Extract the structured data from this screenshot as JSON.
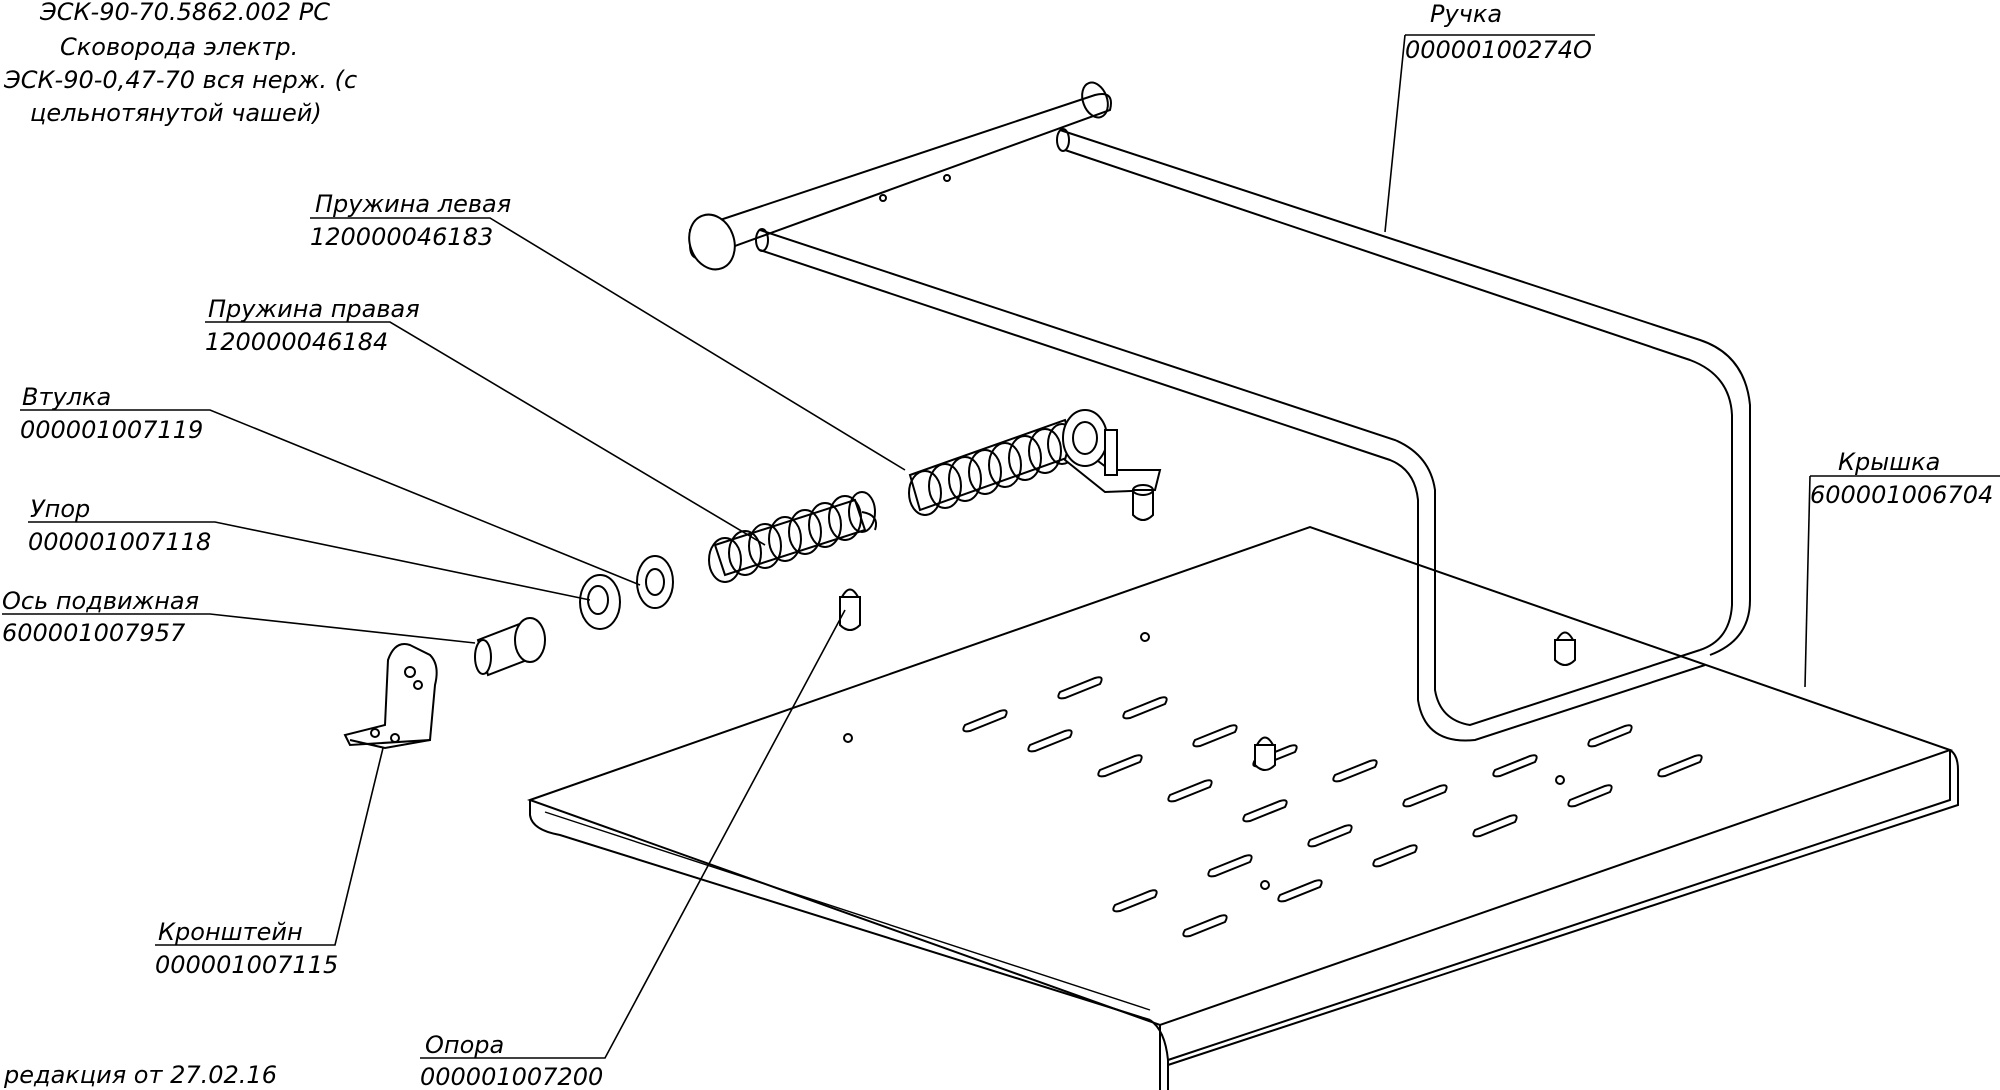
{
  "header": {
    "line1": "ЭСК-90-70.5862.002 РС",
    "line2": "Сковорода электр.",
    "line3": "ЭСК-90-0,47-70 вся нерж. (с",
    "line4": "цельнотянутой чашей)"
  },
  "callouts": [
    {
      "name": "Ручка",
      "code": "00000100274О"
    },
    {
      "name": "Пружина левая",
      "code": "120000046183"
    },
    {
      "name": "Пружина правая",
      "code": "120000046184"
    },
    {
      "name": "Втулка",
      "code": "000001007119"
    },
    {
      "name": "Упор",
      "code": "000001007118"
    },
    {
      "name": "Ось подвижная",
      "code": "600001007957"
    },
    {
      "name": "Крышка",
      "code": "600001006704"
    },
    {
      "name": "Кронштейн",
      "code": "000001007115"
    },
    {
      "name": "Опора",
      "code": "000001007200"
    }
  ],
  "revision": "редакция от 27.02.16"
}
